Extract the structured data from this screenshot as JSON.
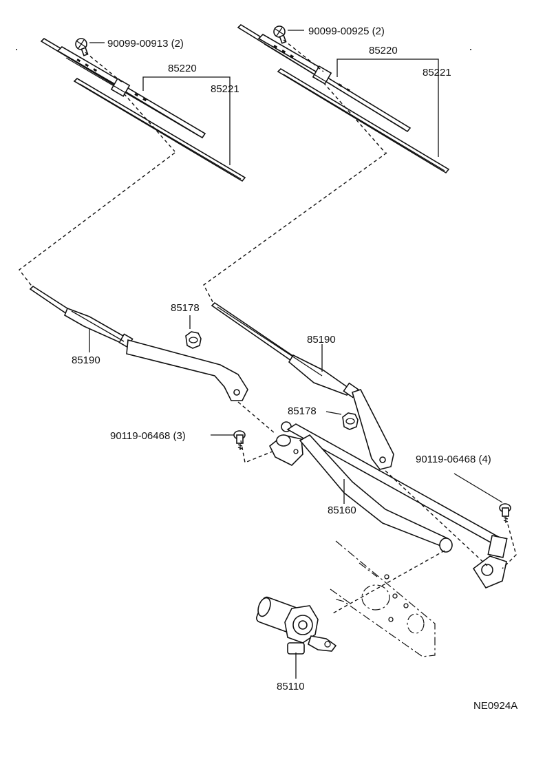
{
  "labels": {
    "bolt_left_blade": "90099-00913 (2)",
    "bolt_right_blade": "90099-00925 (2)",
    "blade_left": "85220",
    "refill_left": "85221",
    "blade_right": "85220",
    "refill_right": "85221",
    "arm_left": "85190",
    "arm_right": "85190",
    "nut_upper": "85178",
    "nut_lower": "85178",
    "bolt_link_left": "90119-06468 (3)",
    "bolt_link_right": "90119-06468 (4)",
    "link_assembly": "85160",
    "motor": "85110",
    "diagram_code": "NE0924A"
  }
}
